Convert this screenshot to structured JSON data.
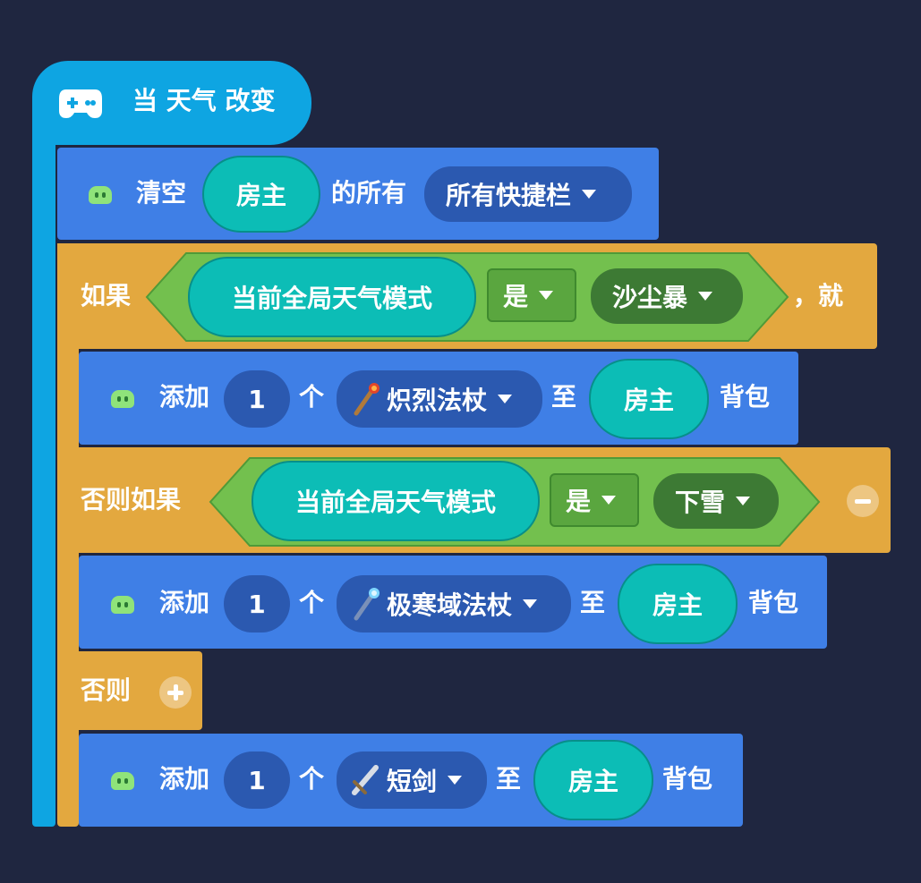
{
  "event": {
    "label": "当 天气 改变",
    "icon": "gamepad-icon"
  },
  "clear_block": {
    "verb": "清空",
    "target": "房主",
    "middle": "的所有",
    "option": "所有快捷栏"
  },
  "if_block": {
    "if_label": "如果",
    "then_label": "，就",
    "condition": {
      "subject": "当前全局天气模式",
      "op": "是",
      "value": "沙尘暴"
    },
    "action": {
      "verb": "添加",
      "count": "1",
      "unit": "个",
      "item": "炽烈法杖",
      "item_icon": "fire-staff-icon",
      "to": "至",
      "target": "房主",
      "dest": "背包"
    }
  },
  "elseif_block": {
    "label": "否则如果",
    "condition": {
      "subject": "当前全局天气模式",
      "op": "是",
      "value": "下雪"
    },
    "action": {
      "verb": "添加",
      "count": "1",
      "unit": "个",
      "item": "极寒域法杖",
      "item_icon": "frost-staff-icon",
      "to": "至",
      "target": "房主",
      "dest": "背包"
    }
  },
  "else_block": {
    "label": "否则",
    "action": {
      "verb": "添加",
      "count": "1",
      "unit": "个",
      "item": "短剑",
      "item_icon": "short-sword-icon",
      "to": "至",
      "target": "房主",
      "dest": "背包"
    }
  },
  "colors": {
    "event": "#0ea5e2",
    "action": "#3f7fe6",
    "control": "#e3a83f",
    "condition": "#73c04e",
    "reporter": "#0cbdb6",
    "background": "#1f2640"
  }
}
